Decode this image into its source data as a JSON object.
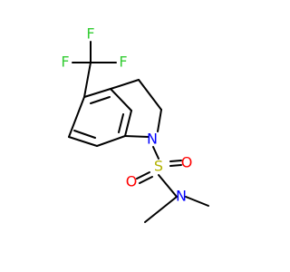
{
  "structure": {
    "atoms": {
      "F1": {
        "label": "F",
        "color": "#33cc33"
      },
      "F2": {
        "label": "F",
        "color": "#33cc33"
      },
      "F3": {
        "label": "F",
        "color": "#33cc33"
      },
      "N_ring": {
        "label": "N",
        "color": "#0000ff"
      },
      "S": {
        "label": "S",
        "color": "#b2b200"
      },
      "O1": {
        "label": "O",
        "color": "#ff0000"
      },
      "O2": {
        "label": "O",
        "color": "#ff0000"
      },
      "N_amide": {
        "label": "N",
        "color": "#0000ff"
      }
    },
    "bond_color": "#000000"
  }
}
